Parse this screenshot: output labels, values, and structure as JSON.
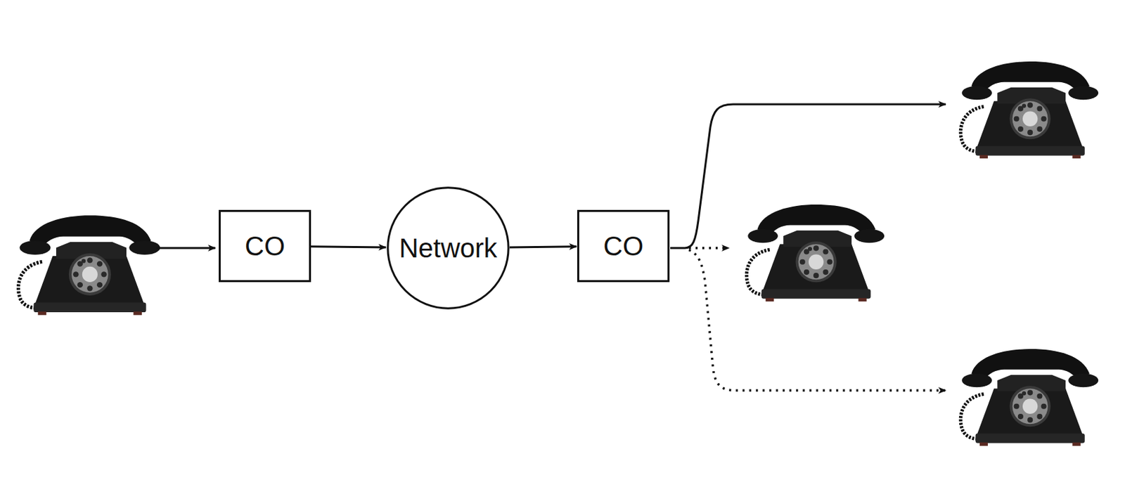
{
  "diagram": {
    "nodes": [
      {
        "text": [
          "CO"
        ]
      },
      {
        "text": [
          "Network"
        ]
      },
      {
        "text": [
          "CO"
        ]
      }
    ],
    "edges": [
      {
        "from": 0,
        "to": 1,
        "arrow": "to"
      },
      {
        "from": 1,
        "to": 2,
        "arrow": "to"
      }
    ]
  }
}
